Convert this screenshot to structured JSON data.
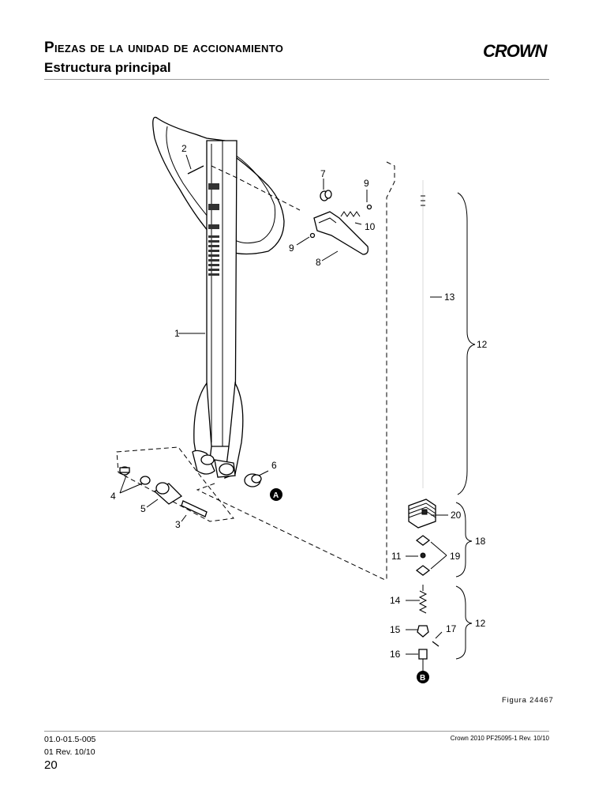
{
  "header": {
    "title": "Piezas de la unidad de accionamiento",
    "subtitle": "Estructura principal",
    "logo_text": "CROWN"
  },
  "figure": {
    "caption": "Figura 24467",
    "callouts": [
      "1",
      "2",
      "3",
      "4",
      "5",
      "6",
      "7",
      "8",
      "9",
      "9",
      "10",
      "11",
      "12",
      "12",
      "13",
      "14",
      "15",
      "16",
      "17",
      "18",
      "19",
      "20"
    ],
    "connectors": [
      "A",
      "B"
    ]
  },
  "footer": {
    "doc_code": "01.0-01.5-005",
    "revision": "01 Rev. 10/10",
    "page_number": "20",
    "right_text": "Crown 2010 PF25095-1 Rev. 10/10"
  }
}
